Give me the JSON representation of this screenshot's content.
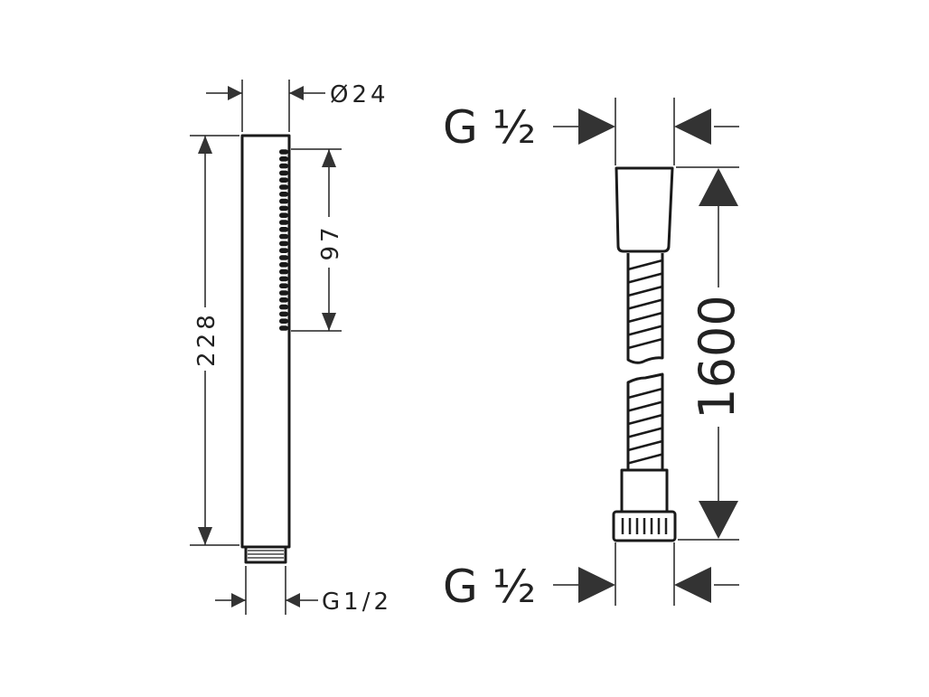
{
  "left_drawing": {
    "diameter_label": "Ø24",
    "length_label": "228",
    "spray_length_label": "97",
    "thread_label": "G1/2"
  },
  "right_drawing": {
    "top_thread_label": "G ½",
    "bottom_thread_label": "G ½",
    "hose_length_label": "1600"
  }
}
